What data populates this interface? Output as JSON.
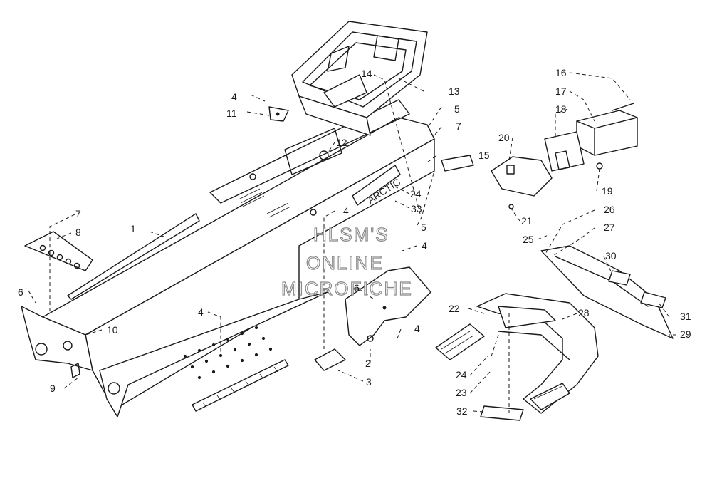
{
  "watermark": {
    "line1": "HLSM'S",
    "line2": "ONLINE",
    "line3": "MICROFICHE"
  },
  "callouts": {
    "c1": "1",
    "c2": "2",
    "c3": "3",
    "c4a": "4",
    "c4b": "4",
    "c4c": "4",
    "c4d": "4",
    "c4e": "4",
    "c5a": "5",
    "c5b": "5",
    "c6a": "6",
    "c6b": "6",
    "c7a": "7",
    "c7b": "7",
    "c8": "8",
    "c9": "9",
    "c10": "10",
    "c11": "11",
    "c12": "12",
    "c13": "13",
    "c14": "14",
    "c15": "15",
    "c16": "16",
    "c17": "17",
    "c18": "18",
    "c19": "19",
    "c20": "20",
    "c21": "21",
    "c22": "22",
    "c23": "23",
    "c24a": "24",
    "c24b": "24",
    "c25": "25",
    "c26": "26",
    "c27": "27",
    "c28": "28",
    "c29": "29",
    "c30": "30",
    "c31": "31",
    "c32": "32",
    "c33": "33"
  }
}
